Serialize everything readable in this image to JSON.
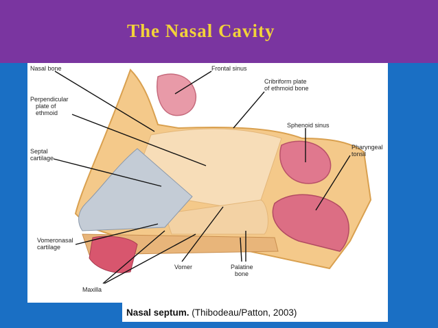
{
  "slide": {
    "title": "The Nasal Cavity"
  },
  "figure": {
    "labels": {
      "nasal_bone": "Nasal bone",
      "frontal_sinus": "Frontal sinus",
      "cribriform_1": "Cribriform plate",
      "cribriform_2": "of ethmoid bone",
      "perpendicular_1": "Perpendicular",
      "perpendicular_2": "plate of",
      "perpendicular_3": "ethmoid",
      "sphenoid_sinus": "Sphenoid sinus",
      "septal_1": "Septal",
      "septal_2": "cartilage",
      "pharyngeal_1": "Pharyngeal",
      "pharyngeal_2": "tonsil",
      "vomeronasal_1": "Vomeronasal",
      "vomeronasal_2": "cartilage",
      "vomer": "Vomer",
      "palatine_1": "Palatine",
      "palatine_2": "bone",
      "maxilla": "Maxilla"
    }
  },
  "caption": {
    "bold": "Nasal septum.",
    "rest": " (Thibodeau/Patton, 2003)"
  },
  "colors": {
    "title_bar": "#7a35a0",
    "title_text": "#f2d23a",
    "background": "#1a6fc4"
  }
}
